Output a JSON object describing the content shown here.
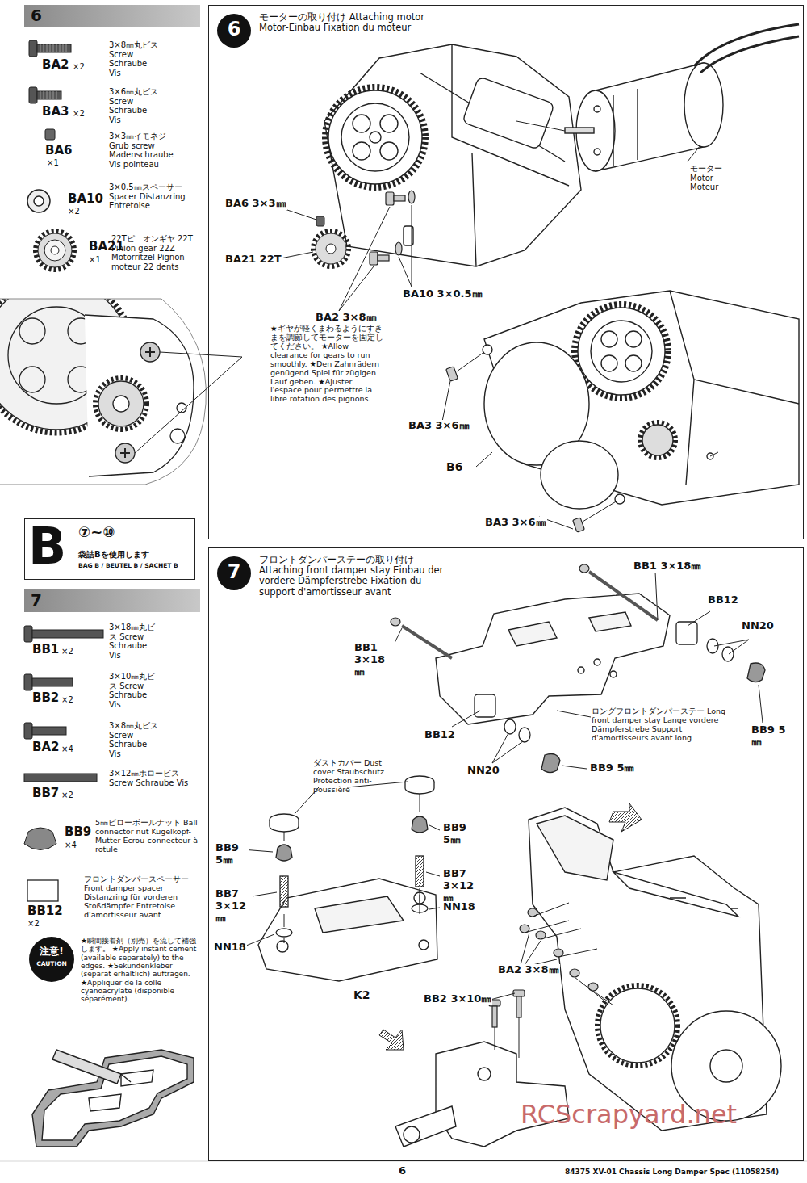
{
  "diagram": {
    "nodes": [
      {
        "text": [
          "6"
        ]
      },
      {
        "text": [
          "モーターの取り付け Attaching motor Motor-Einbau Fixation du moteur"
        ]
      },
      {
        "text": [
          "6"
        ],
        "in": 1
      },
      {
        "text": [
          "B",
          "⑦~⑩",
          "袋詰Bを使用します",
          "BAG B / BEUTEL B / SACHET B"
        ]
      },
      {
        "text": [
          "7"
        ]
      },
      {
        "text": [
          "フロントダンパーステーの取り付け Attaching front damper stay Einbau der vordere Dämpferstrebe Fixation du support d'amortisseur avant"
        ]
      },
      {
        "text": [
          "7"
        ],
        "in": 5
      },
      {
        "text": [
          "注意!",
          "CAUTION"
        ]
      }
    ],
    "labels": [
      "3×8㎜丸ビス Screw Schraube Vis",
      "BA2",
      "×2",
      "3×6㎜丸ビス Screw Schraube Vis",
      "BA3",
      "×2",
      "3×3㎜イモネジ Grub screw Madenschraube Vis pointeau",
      "BA6",
      "×1",
      "3×0.5㎜スペーサー Spacer Distanzring Entretoise",
      "BA10",
      "×2",
      "22Tピニオンギヤ 22T Pinion gear 22Z Motorritzel Pignon moteur 22 dents",
      "BA21",
      "×1",
      "モーター Motor Moteur",
      "BA6 3×3㎜",
      "BA21 22T",
      "BA2 3×8㎜",
      "BA10 3×0.5㎜",
      "★ギヤが軽くまわるようにすきまを調節してモーターを固定してください。 ★Allow clearance for gears to run smoothly. ★Den Zahnrädern genügend Spiel für zügigen Lauf geben. ★Ajuster l'espace pour permettre la libre rotation des pignons.",
      "BA3 3×6㎜",
      "B6",
      "BA3 3×6㎜",
      "3×18㎜丸ビス Screw Schraube Vis",
      "BB1",
      "×2",
      "3×10㎜丸ビス Screw Schraube Vis",
      "BB2",
      "×2",
      "3×8㎜丸ビス Screw Schraube Vis",
      "BA2",
      "×4",
      "3×12㎜ホロービス Screw Schraube Vis",
      "BB7",
      "×2",
      "5㎜ピローボールナット Ball connector nut Kugelkopf-Mutter Ecrou-connecteur à rotule",
      "BB9",
      "×4",
      "フロントダンパースペーサー Front damper spacer Distanzring für vorderen Stoßdämpfer Entretoise d'amortisseur avant",
      "BB12",
      "×2",
      "★瞬間接着剤（別売）を流して補強します。 ★Apply instant cement (available separately) to the edges. ★Sekundenkleber (separat erhältlich) auftragen. ★Appliquer de la colle cyanoacrylate (disponible séparément).",
      "BB1 3×18㎜",
      "BB12",
      "NN20",
      "BB9 5㎜",
      "BB1 3×18㎜",
      "BB12",
      "NN20",
      "BB9 5㎜",
      "ロングフロントダンパーステー Long front damper stay Lange vordere Dämpferstrebe Support d'amortisseurs avant long",
      "ダストカバー Dust cover Staubschutz Protection anti-poussière",
      "BB9 5㎜",
      "BB7 3×12㎜",
      "NN18",
      "BB9 5㎜",
      "BB7 3×12㎜",
      "NN18",
      "K2",
      "BA2 3×8㎜",
      "BB2 3×10㎜",
      "6",
      "84375 XV-01 Chassis Long Damper Spec (11058254)",
      "RCScrapyard.net"
    ]
  }
}
